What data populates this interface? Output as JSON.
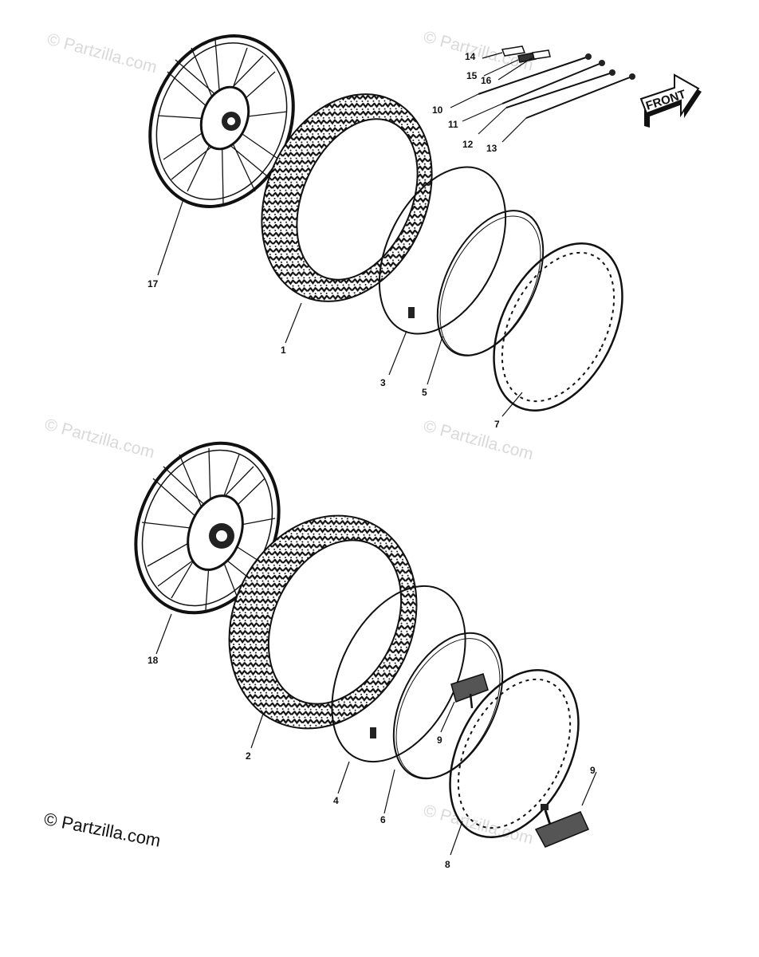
{
  "watermark": "© Partzilla.com",
  "copyright": "© Partzilla.com",
  "front_label": "FRONT",
  "labels": {
    "p1": "1",
    "p2": "2",
    "p3": "3",
    "p4": "4",
    "p5": "5",
    "p6": "6",
    "p7": "7",
    "p8": "8",
    "p9a": "9",
    "p9b": "9",
    "p10": "10",
    "p11": "11",
    "p12": "12",
    "p13": "13",
    "p14": "14",
    "p15": "15",
    "p16": "16",
    "p17": "17",
    "p18": "18"
  }
}
